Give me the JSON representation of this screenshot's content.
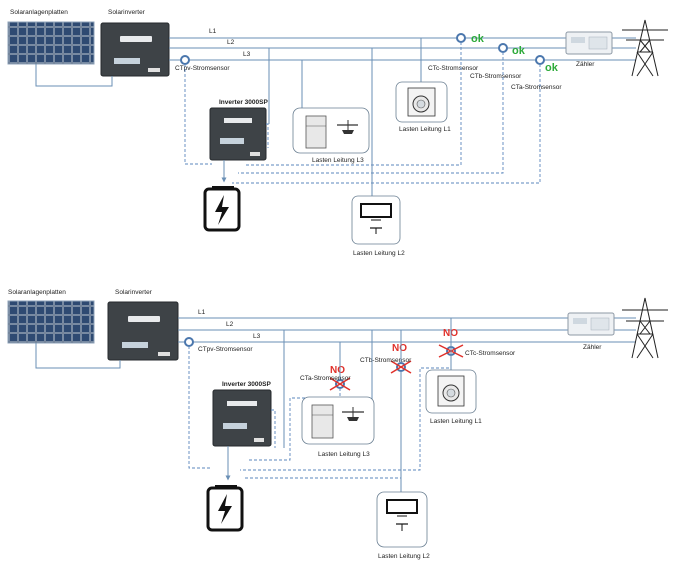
{
  "top": {
    "solar_panels_label": "Solaranlagenplatten",
    "solar_inverter_label": "Solarinverter",
    "inverter_label": "Inverter 3000SP",
    "meter_label": "Zähler",
    "line_l1": "L1",
    "line_l2": "L2",
    "line_l3": "L3",
    "ctpv_label": "CTpv-Stromsensor",
    "ctc_label": "CTc-Stromsensor",
    "ctb_label": "CTb-Stromsensor",
    "cta_label": "CTa-Stromsensor",
    "ok1": "ok",
    "ok2": "ok",
    "ok3": "ok",
    "load_l1": "Lasten Leitung L1",
    "load_l2": "Lasten Leitung L2",
    "load_l3": "Lasten Leitung L3"
  },
  "bottom": {
    "solar_panels_label": "Solaranlagenplatten",
    "solar_inverter_label": "Solarinverter",
    "inverter_label": "Inverter 3000SP",
    "meter_label": "Zähler",
    "line_l1": "L1",
    "line_l2": "L2",
    "line_l3": "L3",
    "ctpv_label": "CTpv-Stromsensor",
    "ctc_label": "CTc-Stromsensor",
    "ctb_label": "CTb-Stromsensor",
    "cta_label": "CTa-Stromsensor",
    "no1": "NO",
    "no2": "NO",
    "no3": "NO",
    "load_l1": "Lasten Leitung L1",
    "load_l2": "Lasten Leitung L2",
    "load_l3": "Lasten Leitung L3"
  },
  "colors": {
    "ok_green": "#2eaa3a",
    "no_red": "#e0302a",
    "wire_blue": "#6a8fb5",
    "dashed_blue": "#5b87bd",
    "inverter_body": "#3e4347"
  }
}
